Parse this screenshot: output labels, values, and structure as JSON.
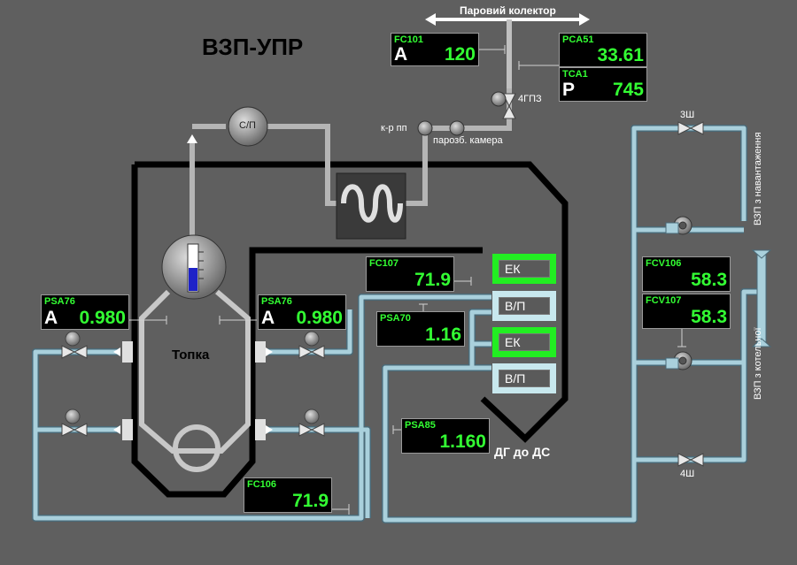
{
  "screen": {
    "title": "ВЗП-УПР",
    "steam_header_label": "Паровий колектор",
    "furnace_label": "Топка",
    "flue_gas_label": "ДГ до ДС",
    "valve_4gpz": "4ГПЗ",
    "valve_3sh": "3Ш",
    "valve_4sh": "4Ш",
    "kr_pp": "к-р пп",
    "steam_chamber": "парозб. камера",
    "separator": "С/П",
    "vzp_load": "ВЗП з навантаження",
    "vzp_boiler": "ВЗП з котельної"
  },
  "instruments": {
    "fc101": {
      "tag": "FC101",
      "mode": "A",
      "value": "120"
    },
    "pca51": {
      "tag": "PCA51",
      "value": "33.61"
    },
    "tca1": {
      "tag": "TCA1",
      "mode": "P",
      "value": "745"
    },
    "psa76_left": {
      "tag": "PSA76",
      "mode": "A",
      "value": "0.980"
    },
    "psa76_right": {
      "tag": "PSA76",
      "mode": "A",
      "value": "0.980"
    },
    "fc107": {
      "tag": "FC107",
      "value": "71.9"
    },
    "psa70": {
      "tag": "PSA70",
      "value": "1.16"
    },
    "psa85": {
      "tag": "PSA85",
      "value": "1.160"
    },
    "fc106": {
      "tag": "FC106",
      "value": "71.9"
    },
    "fcv106": {
      "tag": "FCV106",
      "value": "58.3"
    },
    "fcv107": {
      "tag": "FCV107",
      "value": "58.3"
    }
  },
  "sections": {
    "ek1": "ЕК",
    "vp1": "В/П",
    "ek2": "ЕК",
    "vp2": "В/П"
  },
  "colors": {
    "background": "#5f5f5f",
    "pipe": "#a9d0dc",
    "value_green": "#33ff33",
    "highlight_green": "#22ee22"
  }
}
